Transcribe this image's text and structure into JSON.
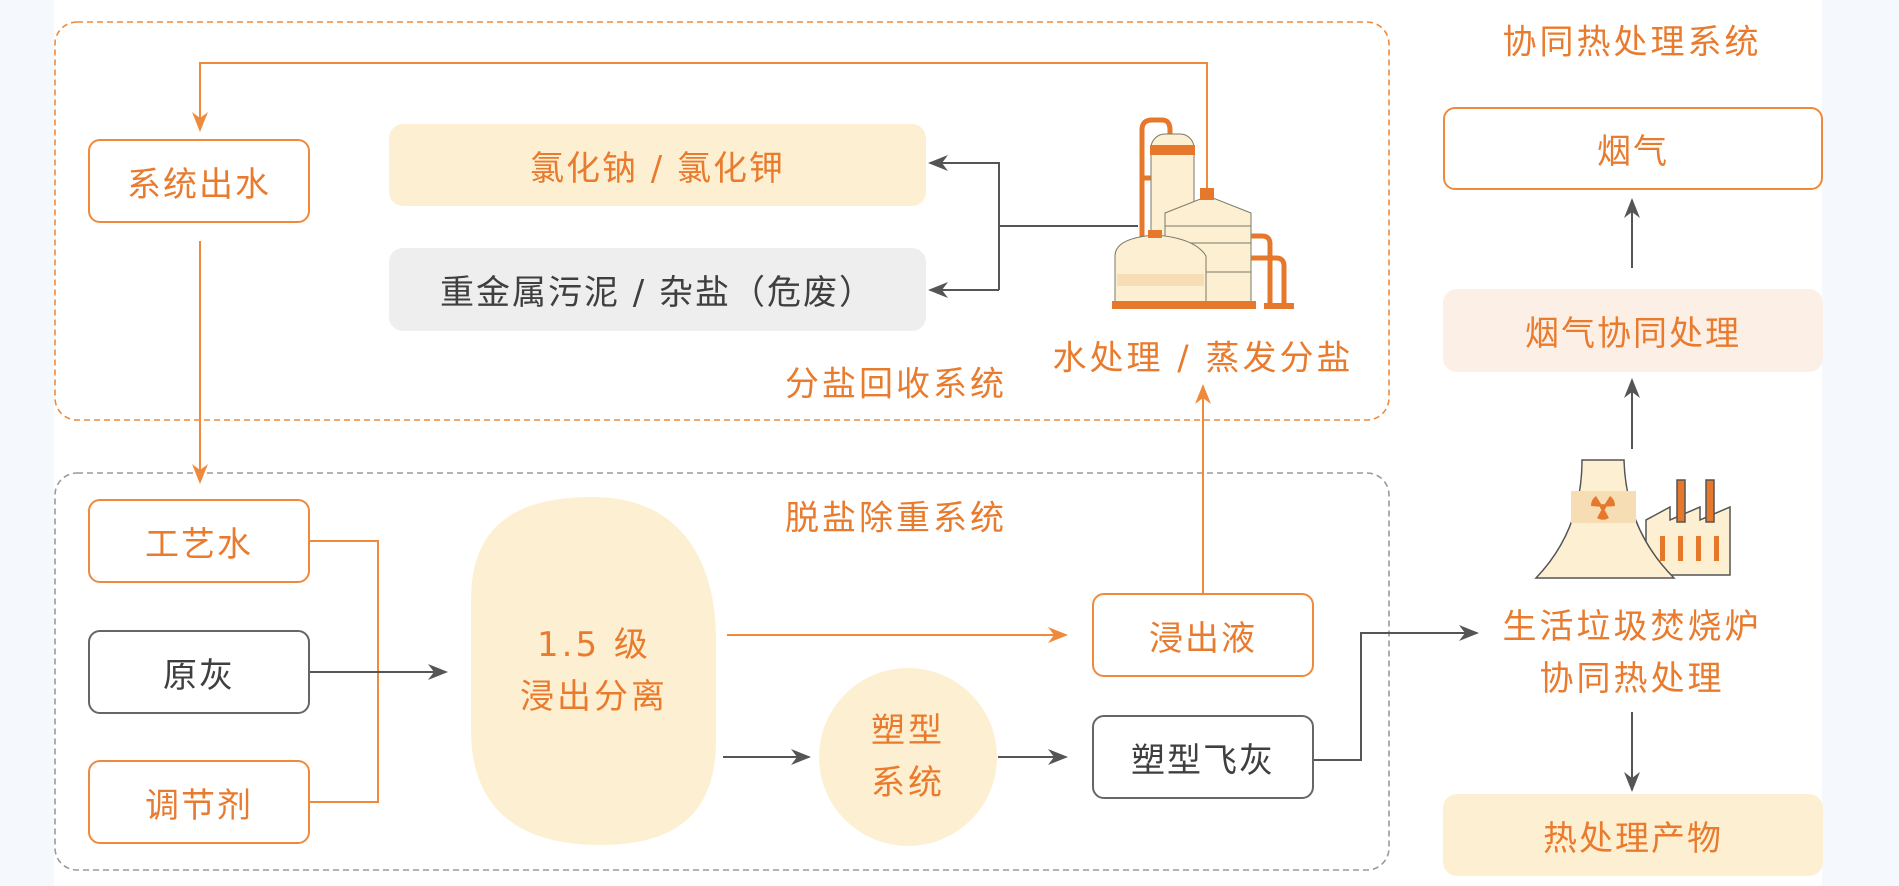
{
  "colors": {
    "accent_orange": "#e97b2e",
    "border_orange": "#ef8a3c",
    "arrow_gray": "#555555",
    "fill_yellow": "#fdf0d2",
    "fill_gray": "#eeeeee",
    "fill_peach": "#fcefe6"
  },
  "salt_recovery_system": {
    "title": "分盐回收系统",
    "system_effluent": "系统出水",
    "product_salt": "氯化钠 / 氯化钾",
    "hazardous_waste": "重金属污泥 / 杂盐（危废）",
    "water_treatment_label": "水处理 / 蒸发分盐",
    "icon": "evaporator-plant-icon"
  },
  "desalination_system": {
    "title": "脱盐除重系统",
    "inputs": [
      "工艺水",
      "原灰",
      "调节剂"
    ],
    "separation_line1": "1.5 级",
    "separation_line2": "浸出分离",
    "molding_line1": "塑型",
    "molding_line2": "系统",
    "leachate": "浸出液",
    "molded_fly_ash": "塑型飞灰"
  },
  "co_treatment_system": {
    "title": "协同热处理系统",
    "flue_gas": "烟气",
    "flue_gas_treatment": "烟气协同处理",
    "incinerator_line1": "生活垃圾焚烧炉",
    "incinerator_line2": "协同热处理",
    "products": "热处理产物",
    "icon": "power-plant-icon"
  }
}
